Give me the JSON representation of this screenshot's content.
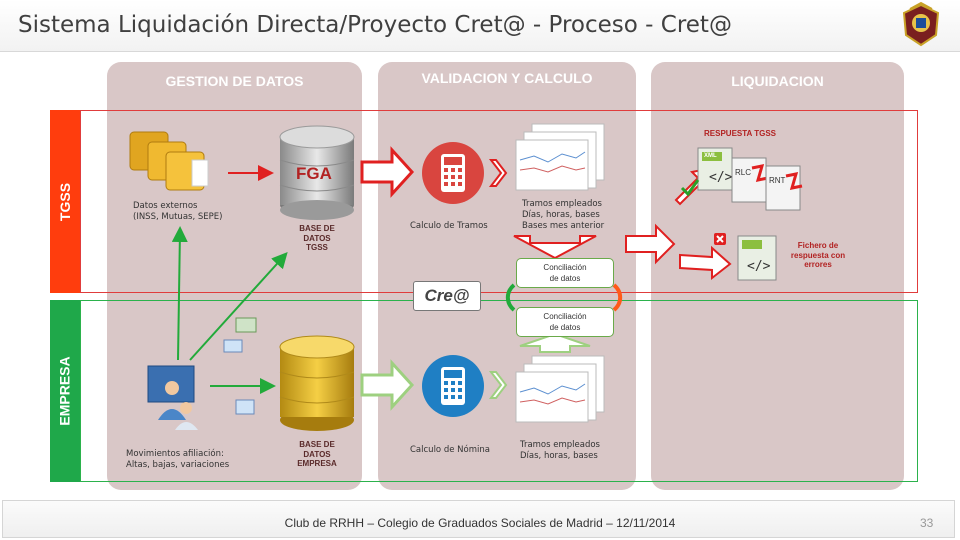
{
  "title": "Sistema Liquidación Directa/Proyecto Cret@   - Proceso - Cret@",
  "columns": {
    "gestion": "GESTION DE DATOS",
    "validacion": "VALIDACION Y CALCULO",
    "liquidacion": "LIQUIDACION"
  },
  "rows": {
    "tgss": "TGSS",
    "empresa": "EMPRESA"
  },
  "gestion": {
    "externos_line1": "Datos externos",
    "externos_line2": "(INSS, Mutuas, SEPE)",
    "fga": "FGA",
    "db_tgss_1": "BASE DE",
    "db_tgss_2": "DATOS",
    "db_tgss_3": "TGSS",
    "movimientos_line1": "Movimientos afiliación:",
    "movimientos_line2": "Altas, bajas, variaciones",
    "db_emp_1": "BASE DE",
    "db_emp_2": "DATOS",
    "db_emp_3": "EMPRESA"
  },
  "validacion": {
    "calc_tramos": "Calculo de Tramos",
    "tramos_tgss_1": "Tramos empleados",
    "tramos_tgss_2": "Días, horas, bases",
    "tramos_tgss_3": "Bases mes anterior",
    "concil_1a": "Conciliación",
    "concil_1b": "de datos",
    "concil_2a": "Conciliación",
    "concil_2b": "de datos",
    "cret_logo": "Cre@",
    "calc_nomina": "Calculo de Nómina",
    "tramos_emp_1": "Tramos empleados",
    "tramos_emp_2": "Días, horas, bases"
  },
  "liquidacion": {
    "respuesta": "RESPUESTA TGSS",
    "rlc": "RLC",
    "rnt": "RNT",
    "xml": "XML",
    "fichero_1": "Fichero de",
    "fichero_2": "respuesta con",
    "fichero_3": "errores"
  },
  "footer": "Club de RRHH – Colegio de Graduados Sociales de Madrid – 12/11/2014",
  "page_number": "33",
  "colors": {
    "tgss": "#ff3d0d",
    "empresa": "#1fa84a",
    "column": "#d9c7c7",
    "arrow_red": "#e02020",
    "arrow_green": "#22aa3a"
  }
}
